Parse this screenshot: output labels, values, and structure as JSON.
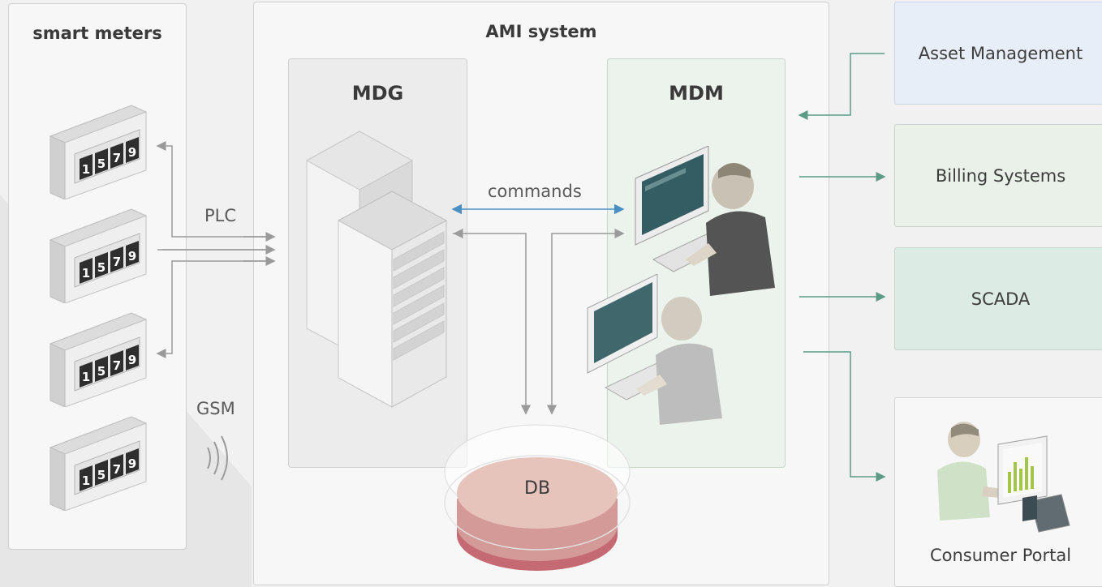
{
  "panels": {
    "smart_meters": "smart meters",
    "ami": "AMI system",
    "mdg": "MDG",
    "mdm": "MDM"
  },
  "labels": {
    "plc": "PLC",
    "gsm": "GSM",
    "commands": "commands",
    "db": "DB"
  },
  "meter_reading": [
    "1",
    "5",
    "7",
    "9"
  ],
  "systems": {
    "asset_management": "Asset Management",
    "billing": "Billing Systems",
    "scada": "SCADA",
    "consumer_portal": "Consumer Portal"
  },
  "colors": {
    "asset_bg": "#e8eef7",
    "billing_bg": "#e9f1e9",
    "scada_bg": "#dcece4",
    "mdm_bg": "#ecf3ec",
    "db_top": "#e6c4bc",
    "db_side": "#c56a72",
    "commands_arrow": "#4a8fc4",
    "link_arrow": "#5d9b87"
  }
}
